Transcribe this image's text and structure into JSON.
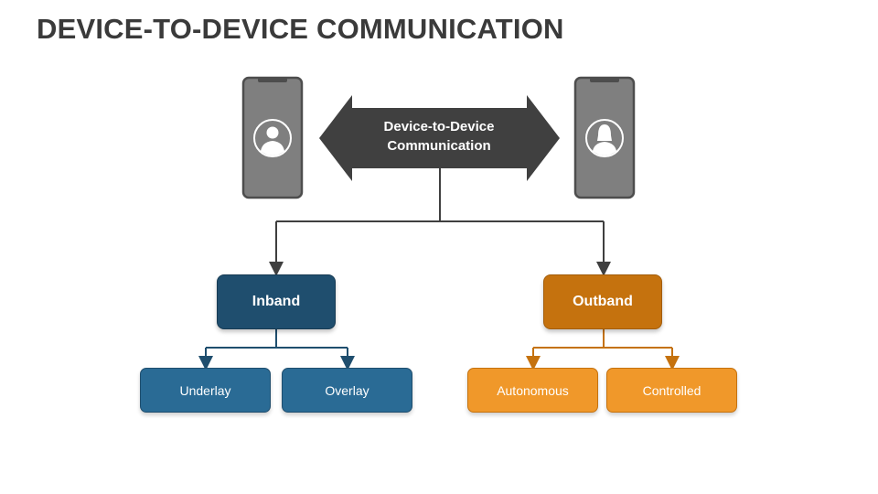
{
  "slide": {
    "title": "DEVICE-TO-DEVICE COMMUNICATION"
  },
  "hub": {
    "line1": "Device-to-Device",
    "line2": "Communication"
  },
  "devices": {
    "left_icon": "male-user-icon",
    "right_icon": "female-user-icon"
  },
  "branches": {
    "inband": {
      "label": "Inband",
      "children": [
        "Underlay",
        "Overlay"
      ]
    },
    "outband": {
      "label": "Outband",
      "children": [
        "Autonomous",
        "Controlled"
      ]
    }
  },
  "colors": {
    "title": "#3a3a3a",
    "arrow": "#404040",
    "phone": "#7f7f7f",
    "inband": "#1f4e6e",
    "inband_child": "#2a6b95",
    "outband": "#c5720e",
    "outband_child": "#f0982a",
    "connector": "#3f3f3f"
  }
}
